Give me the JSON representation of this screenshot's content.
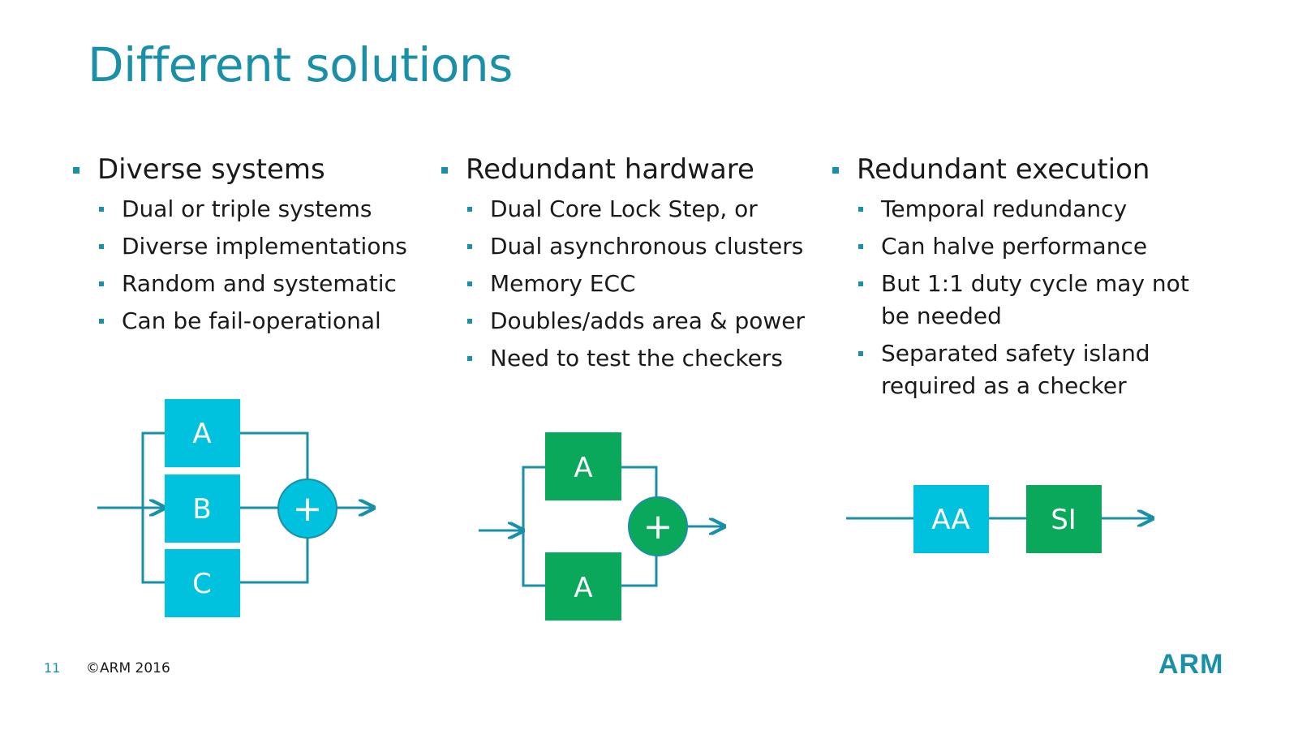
{
  "title": "Different solutions",
  "columns": [
    {
      "heading": "Diverse systems",
      "items": [
        "Dual or triple systems",
        "Diverse implementations",
        "Random and systematic",
        "Can be fail-operational"
      ]
    },
    {
      "heading": "Redundant hardware",
      "items": [
        "Dual Core Lock Step, or",
        "Dual asynchronous clusters",
        "Memory ECC",
        "Doubles/adds area & power",
        "Need to test the checkers"
      ]
    },
    {
      "heading": "Redundant execution",
      "items": [
        "Temporal redundancy",
        "Can halve performance"
      ],
      "wrapped_items": [
        {
          "line1": "But 1:1 duty cycle may not",
          "line2": "be needed"
        },
        {
          "line1": "Separated safety island",
          "line2": "required as a checker"
        }
      ]
    }
  ],
  "diagrams": {
    "diverse": {
      "boxes": [
        "A",
        "B",
        "C"
      ],
      "combiner": "+"
    },
    "redundant_hw": {
      "boxes": [
        "A",
        "A"
      ],
      "combiner": "+"
    },
    "redundant_exec": {
      "boxes": [
        "AA",
        "SI"
      ]
    }
  },
  "footer": {
    "page_number": "11",
    "copyright": "©ARM 2016",
    "logo": "ARM"
  },
  "colors": {
    "accent": "#1a8fa8",
    "cyan": "#00c1de",
    "green": "#0aa85a",
    "line": "#1a8fa8"
  }
}
